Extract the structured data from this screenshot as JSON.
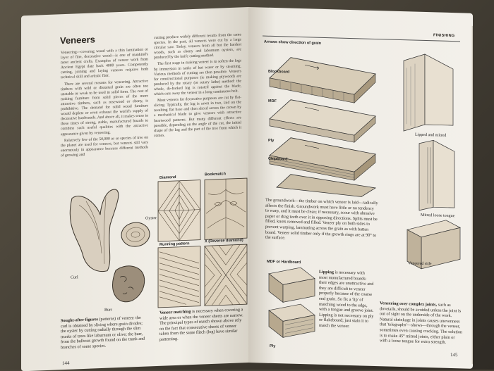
{
  "left_page": {
    "title": "Veneers",
    "col1": [
      "Veneering—covering wood with a thin lamination or layer of fine, decorative wood—is one of mankind's most ancient crafts. Examples of veneer work from Ancient Egypt date back 4000 years. Competently cutting, joining and laying veneers requires both technical skill and artistic flair.",
      "There are several reasons for veneering. Attractive timbers with wild or distorted grain are often too unstable or weak to be used in solid form. The cost of making furniture from solid pieces of the more attractive timbers, such as rosewood or ebony, is prohibitive. The demand for solid wood furniture would deplete or even exhaust the world's supply of decorative hardwoods. And above all, it makes sense in these times of strong, stable, manufactured boards to combine such useful qualities with the attractive appearance given by veneering.",
      "Relatively few of the 50,000 or so species of tree on the planet are used for veneers, but veneers still vary enormously in appearance because different methods of growing and"
    ],
    "col2": [
      "cutting produce widely different results from the same species. In the past, all veneers were cut by a large circular saw. Today, veneers from all but the hardest woods, such as ebony and laburnum oysters, are produced by the knife cutting method.",
      "The first stage in making veneer is to soften the logs by immersion in tanks of hot water or by steaming. Various methods of cutting are then possible. Veneers for constructional purposes (ie making plywood) are produced by the rotary (or rotary lathe) method: the whole, de-barked log is rotated against the blade, which cuts away the veneer in a long continuous belt.",
      "Most veneers for decorative purposes are cut by flat-slicing. Typically, the log is sawn in two, laid on the resulting flat base and then sliced across the crown by a mechanical blade to give veneers with attractive heartwood patterns. But many different effects are possible, depending on the angle of the cut, the initial shape of the log and the part of the tree from which it comes."
    ],
    "fig_labels": {
      "oyster": "Oyster",
      "curl": "Curl",
      "burr": "Burr",
      "diamond": "Diamond",
      "bookmatch": "Bookmatch",
      "running": "Running pattern",
      "reverse": "X (Reverse diamond)"
    },
    "caption1_bold": "Sought-after figures",
    "caption1": "(patterns) of veneer: the curl is obtained by slicing where grain divides; the oyster by cutting radially through the slim trunks of trees like laburnum or olive; the burr, from the bulbous growth found on the trunk and branches of some species.",
    "caption2_bold": "Veneer matching",
    "caption2": "is necessary when covering a wide area or when the veneer sheets are narrow. The principal types of match shown above rely on the fact that consecutive sheets of veneer taken from the same flitch (log) have similar patterning.",
    "folio": "144"
  },
  "right_page": {
    "running_head": "FINISHING",
    "arrows_note": "Arrows show direction of grain",
    "board_labels": {
      "blockboard": "Blockboard",
      "mdf": "MDF",
      "ply": "Ply",
      "chipboard": "Chipboard"
    },
    "ground_caption": "The groundwork—the timber on which veneer is laid—radically affects the finish. Groundwork must have little or no tendency to warp, and it must be clean; if necessary, scour with abrasive paper or drag teeth over it in opposing directions. Splits must be filled, knots removed and filled. Veneer ply on both sides to prevent warping, laminating across the grain as with batten board. Veneer solid timber only if the growth rings are at 90° to the surface.",
    "joint_labels": {
      "lipped": "Lipped and mitred",
      "mitred": "Mitred loose tongue",
      "veneered": "Veneered side"
    },
    "mdf_label": "MDF or Hardboard",
    "ply_label": "Ply",
    "lipping_bold": "Lipping",
    "lipping": "is necessary with most manufactured boards: their edges are unattractive and they are difficult to veneer properly because of the coarse end grain. So fix a 'lip' of matching wood to the edge, with a tongue and groove joint. Lipping is not necessary on ply or flakeboard; just stain it to match the veneer.",
    "complex_bold": "Veneering over complex joints,",
    "complex": "such as dovetails, should be avoided unless the joint is out of sight on the underside of the work. Natural shrinkage in joints causes unevenness that 'telegraphs'—shows—through the veneer, sometimes even causing cracking. The solution is to make 45° mitred joints, either plain or with a loose tongue for extra strength.",
    "folio": "145"
  },
  "colors": {
    "paper": "#efece4",
    "ink": "#2a2620",
    "table": "#4a4438"
  }
}
